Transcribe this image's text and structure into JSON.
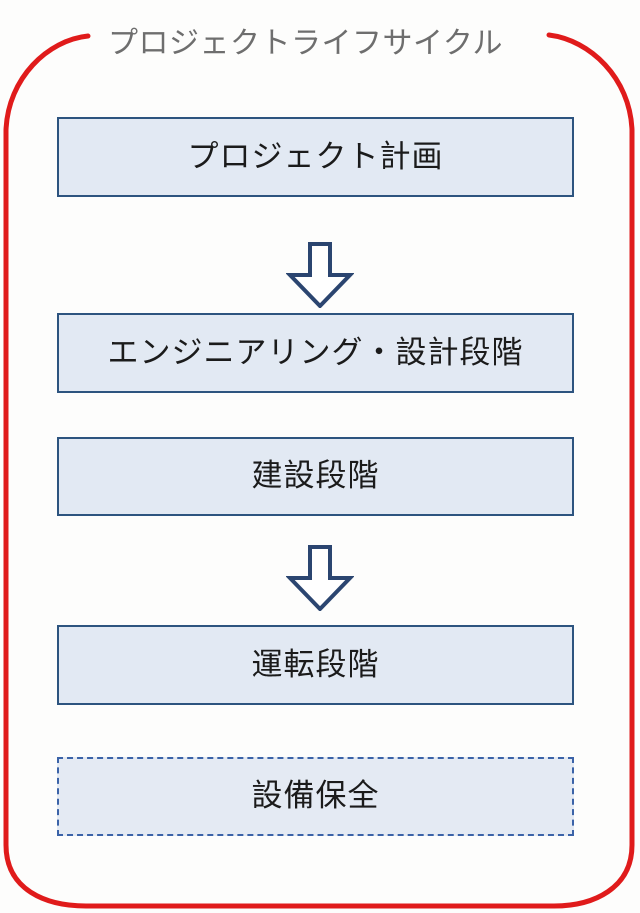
{
  "diagram": {
    "title": "プロジェクトライフサイクル",
    "frame": {
      "name": "project-lifecycle-frame",
      "color": "#e01b1b",
      "style": "rounded-rectangle-open-top"
    },
    "background_color": "#fdfdfc",
    "title_color": "#6e6e6e",
    "box_fill_color": "#e2e9f3",
    "box_border_color": "#2d547f",
    "dashed_border_color": "#3b63a8",
    "arrow_outline_color": "#2b4570",
    "arrow_fill_color": "#ffffff",
    "text_color": "#1b1b1b",
    "steps": [
      {
        "id": "planning",
        "label": "プロジェクト計画",
        "border": "solid"
      },
      {
        "id": "engineering",
        "label": "エンジニアリング・設計段階",
        "border": "solid"
      },
      {
        "id": "construction",
        "label": "建設段階",
        "border": "solid"
      },
      {
        "id": "operation",
        "label": "運転段階",
        "border": "solid"
      },
      {
        "id": "maintenance",
        "label": "設備保全",
        "border": "dashed"
      }
    ],
    "arrows": [
      {
        "id": "arrow-planning-to-engineering",
        "direction": "down"
      },
      {
        "id": "arrow-construction-to-operation",
        "direction": "down"
      }
    ]
  }
}
